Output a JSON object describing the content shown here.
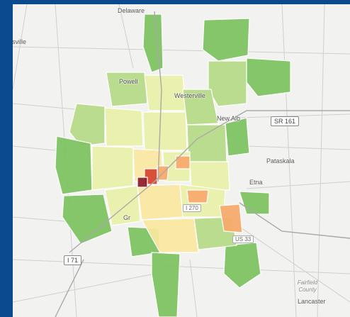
{
  "map": {
    "places": {
      "delaware": "Delaware",
      "marysville": "sville",
      "powell": "Powell",
      "westerville": "Westerville",
      "pataskala": "Pataskala",
      "etna": "Etna",
      "new_albany": "New Alb",
      "lancaster": "Lancaster",
      "grove_city": "Gr",
      "fairfield_county": "Fairfield County"
    },
    "roads": {
      "sr161": "SR 161",
      "i71": "I 71",
      "i270": "I 270",
      "us33": "US 33"
    },
    "colors": {
      "background": "#f2f2f0",
      "frame": "#0b4a8f",
      "low": "#7dc25f",
      "low_mid": "#b5da86",
      "mid": "#e9f1a8",
      "mid_high": "#fbe7a1",
      "high": "#f7a86a",
      "very_high": "#d7412f",
      "extreme": "#8b1a2b"
    }
  }
}
